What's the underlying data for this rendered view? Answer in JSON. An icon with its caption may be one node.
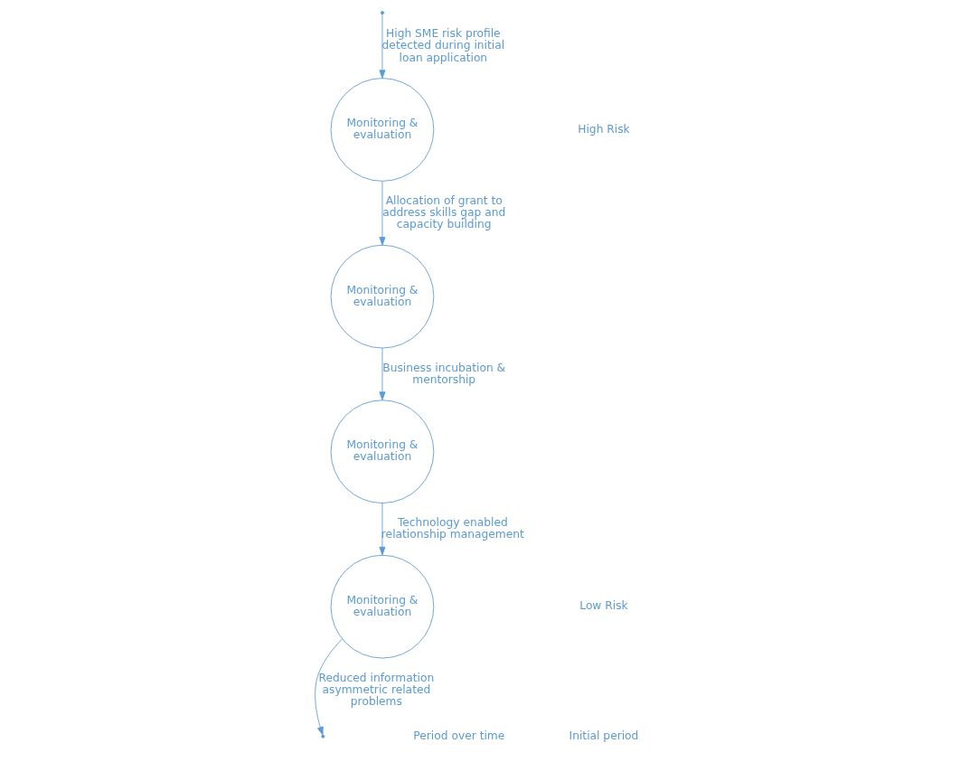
{
  "diagram": {
    "nodes": [
      {
        "text": [
          "Monitoring & evaluation"
        ]
      },
      {
        "text": [
          "Monitoring & evaluation"
        ]
      },
      {
        "text": [
          "Monitoring & evaluation"
        ]
      },
      {
        "text": [
          "Monitoring & evaluation"
        ]
      }
    ],
    "edges": [
      {
        "from": null,
        "to": 0,
        "arrow": "to",
        "label": "High SME risk profile detected during initial loan application"
      },
      {
        "from": 0,
        "to": 1,
        "arrow": "to",
        "label": "Allocation of grant to address skills gap and capacity building"
      },
      {
        "from": 1,
        "to": 2,
        "arrow": "to",
        "label": "Business incubation & mentorship"
      },
      {
        "from": 2,
        "to": 3,
        "arrow": "to",
        "label": "Technology enabled relationship management"
      },
      {
        "from": 3,
        "to": null,
        "arrow": "to",
        "label": "Reduced information asymmetric related problems"
      }
    ],
    "labels": [
      "High Risk",
      "Low Risk",
      "Initial period",
      "Period over time"
    ]
  }
}
